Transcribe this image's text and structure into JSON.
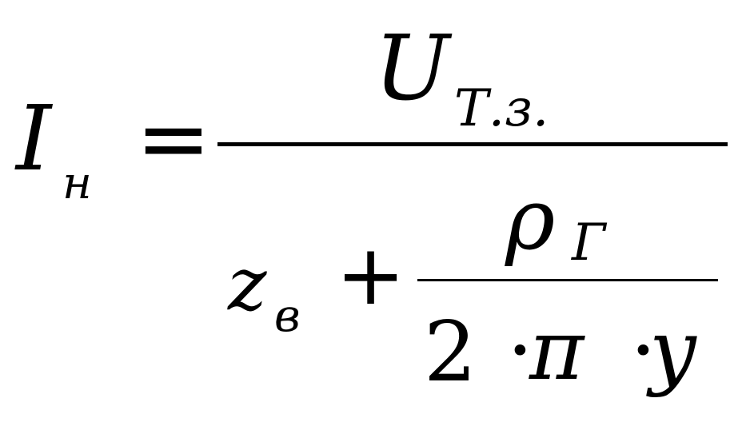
{
  "formula": {
    "lhs": {
      "symbol": "I",
      "subscript": "н"
    },
    "equals": "=",
    "numerator": {
      "symbol": "U",
      "subscript": "Т.з."
    },
    "denominator": {
      "z_symbol": "z",
      "z_subscript": "в",
      "plus": "+",
      "fraction": {
        "numerator_symbol": "ρ",
        "numerator_subscript": "Г",
        "denominator": {
          "two": "2",
          "dot1": "·",
          "pi": "π",
          "dot2": "·",
          "y": "y"
        }
      }
    }
  }
}
